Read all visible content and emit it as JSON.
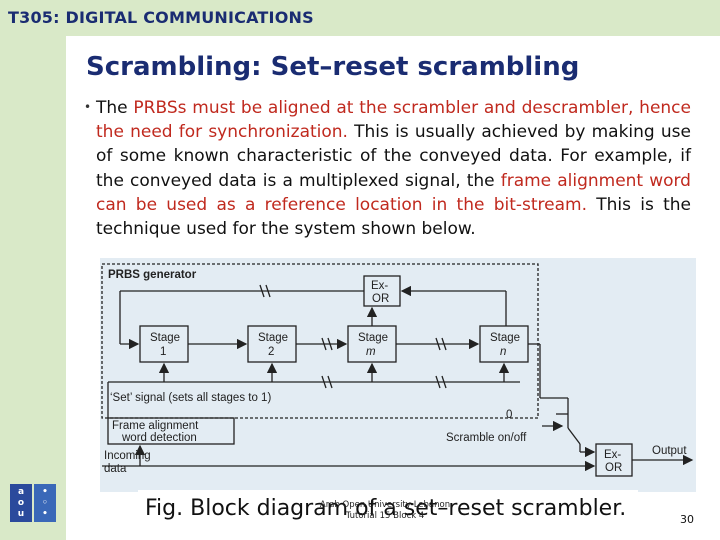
{
  "header": "T305: DIGITAL COMMUNICATIONS",
  "title": "Scrambling: Set–reset scrambling",
  "body": {
    "p1": "The ",
    "p2": "PRBSs must be aligned at the scrambler and descrambler, hence the need for synchronization.",
    "p3": " This is usually achieved by making use of some known characteristic of the conveyed data. For example, if the conveyed data is a multiplexed signal, the ",
    "p4": "frame alignment word can be used as a reference location in the bit-stream.",
    "p5": " This is the technique used for the system shown below."
  },
  "diagram": {
    "prbs_generator": "PRBS generator",
    "exor_top": [
      "Ex-",
      "OR"
    ],
    "stage1": [
      "Stage",
      "1"
    ],
    "stage2": [
      "Stage",
      "2"
    ],
    "stagem": [
      "Stage",
      "m"
    ],
    "stagen": [
      "Stage",
      "n"
    ],
    "set_signal": "‘Set’ signal (sets all stages to 1)",
    "frame_alignment": [
      "Frame alignment",
      "word detection"
    ],
    "incoming_data": [
      "Incoming",
      "data"
    ],
    "zero": "0",
    "scramble_onoff": "Scramble on/off",
    "exor_bottom": [
      "Ex-",
      "OR"
    ],
    "output": "Output"
  },
  "caption": "Fig. Block diagram of a set–reset scrambler.",
  "footer": [
    "Arab Open University-Lebanon",
    "Tutorial 15 Block 4"
  ],
  "page_number": "30",
  "colors": {
    "header_text": "#1a2c72",
    "highlight": "#c0291e",
    "sidebar": "#d9e9c8",
    "diagram_bg": "#e3ecf3"
  }
}
